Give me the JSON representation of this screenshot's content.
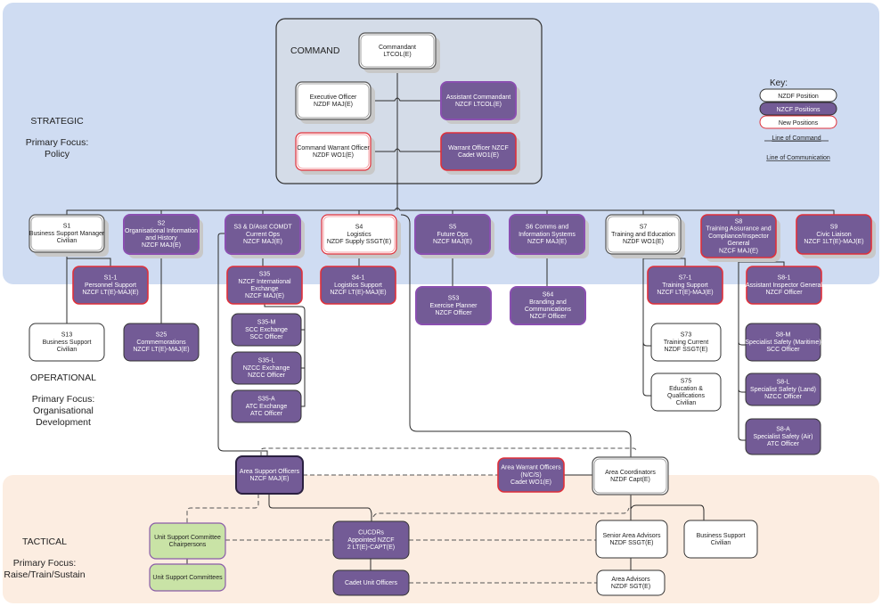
{
  "zones": {
    "strategic": {
      "title": "STRATEGIC",
      "focus_label": "Primary Focus:",
      "focus": "Policy",
      "color": "#cfdcf2"
    },
    "operational": {
      "title": "OPERATIONAL",
      "focus_label": "Primary Focus:",
      "focus_lines": [
        "Organisational",
        "Development"
      ]
    },
    "tactical": {
      "title": "TACTICAL",
      "focus_label": "Primary Focus:",
      "focus": "Raise/Train/Sustain",
      "color": "#fcede1"
    }
  },
  "command": {
    "label": "COMMAND",
    "color": "#d4dce8"
  },
  "key": {
    "title": "Key:",
    "items": [
      {
        "label": "NZDF Position",
        "type": "nzdf"
      },
      {
        "label": "NZCF Positions",
        "type": "nzcf"
      },
      {
        "label": "New Positions",
        "type": "new"
      }
    ],
    "line_of_command": "Line of Command",
    "line_of_communication": "Line of Communication"
  },
  "colors": {
    "nzcf_fill": "#735b96",
    "nzcf_border": "#8a4fb0",
    "new_border": "#e0303a",
    "nzdf_fill": "#ffffff",
    "green_fill": "#c9e3a6",
    "shadow": "#c8c8c8"
  },
  "nodes": [
    {
      "id": "commandant",
      "type": "nzdf",
      "lines": [
        "Commandant",
        "LTCOL(E)"
      ]
    },
    {
      "id": "xo",
      "type": "nzdf",
      "lines": [
        "Executive Officer",
        "NZDF MAJ(E)"
      ]
    },
    {
      "id": "asst-comdt",
      "type": "nzcf",
      "lines": [
        "Assistant Commandant",
        "NZCF LTCOL(E)"
      ]
    },
    {
      "id": "cwo",
      "type": "nzdf-new",
      "lines": [
        "Command Warrant Officer",
        "NZDF WO1(E)"
      ]
    },
    {
      "id": "wo-nzcf",
      "type": "nzcf-new",
      "lines": [
        "Warrant Officer NZCF",
        "Cadet WO1(E)"
      ]
    },
    {
      "id": "s1",
      "type": "nzdf",
      "lines": [
        "S1",
        "Business Support Manager",
        "Civilian"
      ]
    },
    {
      "id": "s2",
      "type": "nzcf",
      "lines": [
        "S2",
        "Organisational Information",
        "and  History",
        "NZCF MAJ(E)"
      ]
    },
    {
      "id": "s3",
      "type": "nzcf",
      "lines": [
        "S3 & D/Asst COMDT",
        "Current Ops",
        "NZCF MAJ(E)"
      ]
    },
    {
      "id": "s4",
      "type": "nzdf-new",
      "lines": [
        "S4",
        "Logistics",
        "NZDF Supply SSGT(E)"
      ]
    },
    {
      "id": "s5",
      "type": "nzcf",
      "lines": [
        "S5",
        "Future Ops",
        "NZCF MAJ(E)"
      ]
    },
    {
      "id": "s6",
      "type": "nzcf",
      "lines": [
        "S6 Comms and",
        "Information Systems",
        "NZCF MAJ(E)"
      ]
    },
    {
      "id": "s7",
      "type": "nzdf",
      "lines": [
        "S7",
        "Training and Education",
        "NZDF WO1(E)"
      ]
    },
    {
      "id": "s8",
      "type": "nzcf-new",
      "lines": [
        "S8",
        "Training Assurance and",
        "Compliance/Inspector",
        "General",
        "NZCF MAJ(E)"
      ]
    },
    {
      "id": "s9",
      "type": "nzcf-new",
      "lines": [
        "S9",
        "Civic Liaison",
        "NZCF 1LT(E)-MAJ(E)"
      ]
    },
    {
      "id": "s1-1",
      "type": "nzcf-new",
      "lines": [
        "S1-1",
        "Personnel Support",
        "NZCF LT(E)-MAJ(E)"
      ]
    },
    {
      "id": "s35",
      "type": "nzcf-new",
      "lines": [
        "S35",
        "NZCF International",
        "Exchange",
        "NZCF MAJ(E)"
      ]
    },
    {
      "id": "s4-1",
      "type": "nzcf-new",
      "lines": [
        "S4-1",
        "Logistics  Support",
        "NZCF  LT(E)-MAJ(E)"
      ]
    },
    {
      "id": "s53",
      "type": "nzcf",
      "lines": [
        "S53",
        "Exercise Planner",
        "NZCF Officer"
      ]
    },
    {
      "id": "s64",
      "type": "nzcf",
      "lines": [
        "S64",
        "Branding and",
        "Communications",
        "NZCF Officer"
      ]
    },
    {
      "id": "s7-1",
      "type": "nzcf-new",
      "lines": [
        "S7-1",
        "Training Support",
        "NZCF  LT(E)-MAJ(E)"
      ]
    },
    {
      "id": "s8-1",
      "type": "nzcf-new",
      "lines": [
        "S8-1",
        "Assistant Inspector General",
        "NZCF Officer"
      ]
    },
    {
      "id": "s13",
      "type": "plain",
      "lines": [
        "S13",
        "Business Support",
        "Civilian"
      ]
    },
    {
      "id": "s25",
      "type": "nzcf-plain",
      "lines": [
        "S25",
        "Commemorations",
        "NZCF  LT(E)-MAJ(E)"
      ]
    },
    {
      "id": "s35-m",
      "type": "nzcf-plain",
      "lines": [
        "S35-M",
        "SCC Exchange",
        "SCC Officer"
      ]
    },
    {
      "id": "s35-l",
      "type": "nzcf-plain",
      "lines": [
        "S35-L",
        "NZCC Exchange",
        "NZCC Officer"
      ]
    },
    {
      "id": "s35-a",
      "type": "nzcf-plain",
      "lines": [
        "S35-A",
        "ATC Exchange",
        "ATC Officer"
      ]
    },
    {
      "id": "s73",
      "type": "plain",
      "lines": [
        "S73",
        "Training Current",
        "NZDF SSGT(E)"
      ]
    },
    {
      "id": "s75",
      "type": "plain",
      "lines": [
        "S75",
        "Education &",
        "Qualifications",
        "Civilian"
      ]
    },
    {
      "id": "s8-m",
      "type": "nzcf-plain",
      "lines": [
        "S8-M",
        "Specialist Safety (Maritime)",
        "SCC Officer"
      ]
    },
    {
      "id": "s8-l",
      "type": "nzcf-plain",
      "lines": [
        "S8-L",
        "Specialist Safety (Land)",
        "NZCC Officer"
      ]
    },
    {
      "id": "s8-a",
      "type": "nzcf-plain",
      "lines": [
        "S8-A",
        "Specialist Safety  (Air)",
        "ATC Officer"
      ]
    },
    {
      "id": "aso",
      "type": "nzcf-dark",
      "lines": [
        "Area Support Officers",
        "NZCF MAJ(E)"
      ]
    },
    {
      "id": "awo",
      "type": "nzcf-new",
      "lines": [
        "Area Warrant Officers",
        "(N/C/S)",
        "Cadet WO1(E)"
      ]
    },
    {
      "id": "ac",
      "type": "nzdf",
      "lines": [
        "Area Coordinators",
        "NZDF Capt(E)"
      ]
    },
    {
      "id": "usc-chair",
      "type": "green",
      "lines": [
        "Unit Support Committee",
        "Chairpersons"
      ]
    },
    {
      "id": "usc",
      "type": "green",
      "lines": [
        "Unit Support Committees"
      ]
    },
    {
      "id": "cucdrs",
      "type": "nzcf-plain",
      "lines": [
        "CUCDRs",
        "Appointed NZCF",
        "2 LT(E)-CAPT(E)"
      ]
    },
    {
      "id": "cuo",
      "type": "nzcf-plain",
      "lines": [
        "Cadet Unit Officers"
      ]
    },
    {
      "id": "saa",
      "type": "plain",
      "lines": [
        "Senior Area Advisors",
        "NZDF SSGT(E)"
      ]
    },
    {
      "id": "bs",
      "type": "plain",
      "lines": [
        "Business Support",
        "Civilian"
      ]
    },
    {
      "id": "aa",
      "type": "plain",
      "lines": [
        "Area Advisors",
        "NZDF SGT(E)"
      ]
    }
  ]
}
